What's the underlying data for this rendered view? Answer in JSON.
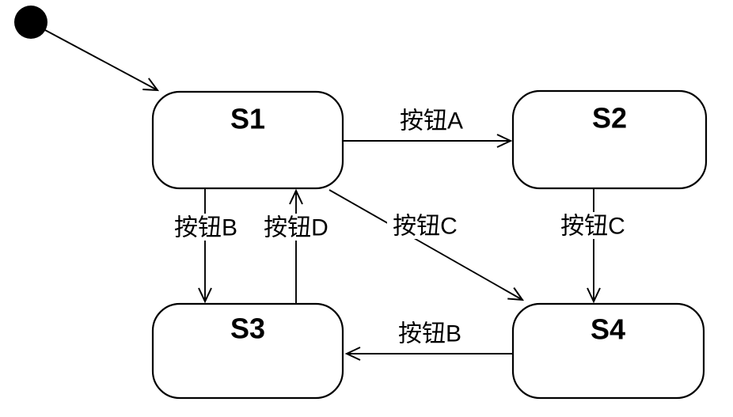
{
  "diagram": {
    "type": "uml-state-diagram",
    "colors": {
      "line": "#000000",
      "state_fill": "#ffffff",
      "text": "#000000",
      "background": "#ffffff",
      "initial_marker": "#000000"
    },
    "initial": {
      "name": "initial-state"
    },
    "states": [
      {
        "id": "s1",
        "label": "S1"
      },
      {
        "id": "s2",
        "label": "S2"
      },
      {
        "id": "s3",
        "label": "S3"
      },
      {
        "id": "s4",
        "label": "S4"
      }
    ],
    "transitions": [
      {
        "from": "initial",
        "to": "S1",
        "label": ""
      },
      {
        "from": "S1",
        "to": "S2",
        "label": "按钮A"
      },
      {
        "from": "S1",
        "to": "S3",
        "label": "按钮B"
      },
      {
        "from": "S3",
        "to": "S1",
        "label": "按钮D"
      },
      {
        "from": "S1",
        "to": "S4",
        "label": "按钮C"
      },
      {
        "from": "S2",
        "to": "S4",
        "label": "按钮C"
      },
      {
        "from": "S4",
        "to": "S3",
        "label": "按钮B"
      }
    ]
  }
}
